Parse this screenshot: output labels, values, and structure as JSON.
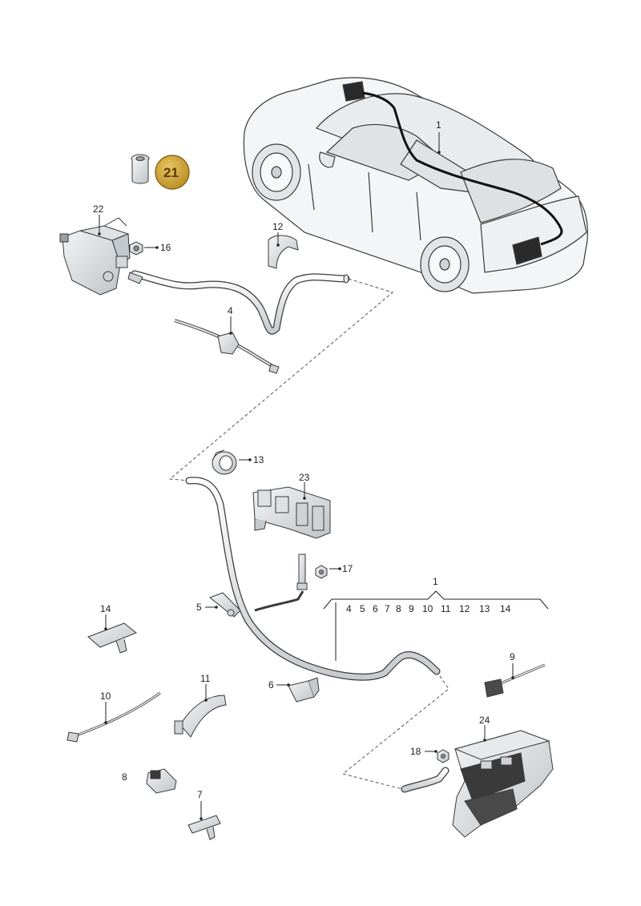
{
  "callouts": {
    "c1_car": "1",
    "c1_group": "1",
    "c4": "4",
    "c5": "5",
    "c6": "6",
    "c7": "7",
    "c8": "8",
    "c9": "9",
    "c10": "10",
    "c11": "11",
    "c12": "12",
    "c13": "13",
    "c14": "14",
    "c16": "16",
    "c17": "17",
    "c18": "18",
    "c21": "21",
    "c22": "22",
    "c23": "23",
    "c24": "24"
  },
  "group_items": [
    "4",
    "5",
    "6",
    "7",
    "8",
    "9",
    "10",
    "11",
    "12",
    "13",
    "14"
  ],
  "colors": {
    "line": "#2a2a2a",
    "part_fill": "#e6e8ea",
    "part_dark": "#b9bec3",
    "badge": "#c9a33a",
    "badge_stroke": "#8a6a18"
  }
}
